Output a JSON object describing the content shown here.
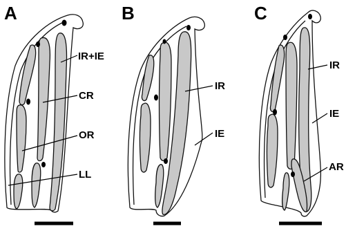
{
  "panels": [
    {
      "letter": "A",
      "labels": {
        "ir_ie": "IR+IE",
        "cr": "CR",
        "or": "OR",
        "ll": "LL"
      }
    },
    {
      "letter": "B",
      "labels": {
        "ir": "IR",
        "ie": "IE"
      }
    },
    {
      "letter": "C",
      "labels": {
        "ir": "IR",
        "ie": "IE",
        "ar": "AR"
      }
    }
  ],
  "colors": {
    "structure_fill": "#c8c8c8",
    "line": "#111111",
    "background": "#ffffff"
  }
}
